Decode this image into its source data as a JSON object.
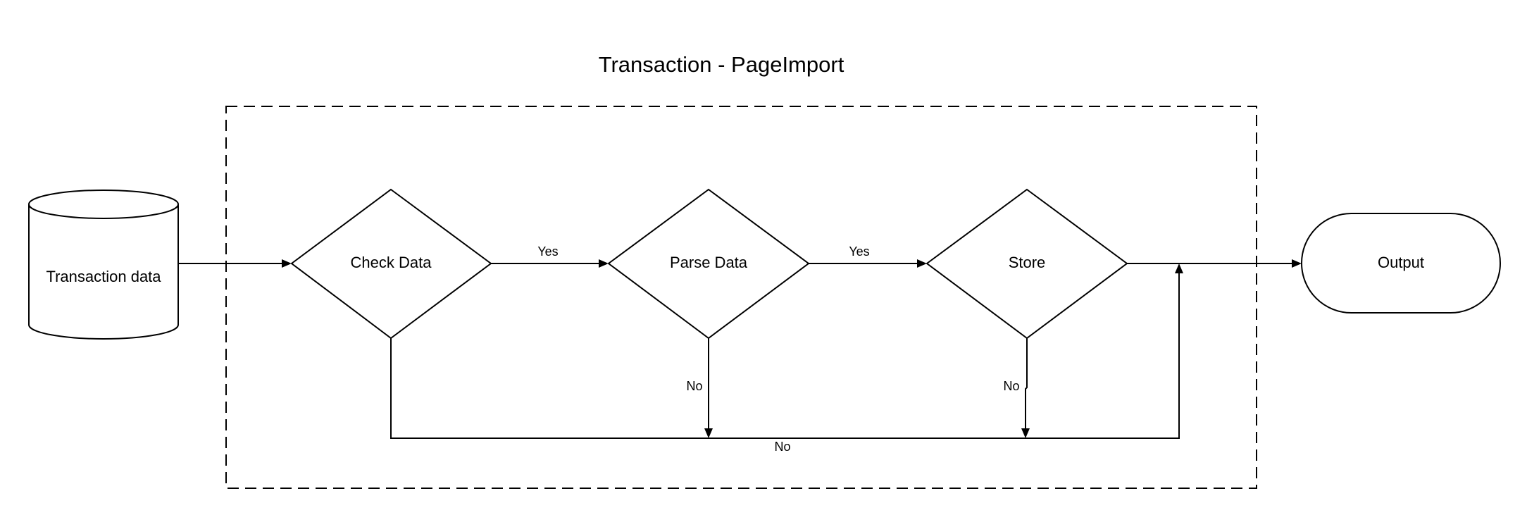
{
  "diagram": {
    "title": "Transaction - PageImport",
    "nodes": {
      "source": "Transaction data",
      "check": "Check Data",
      "parse": "Parse Data",
      "store": "Store",
      "output": "Output"
    },
    "edges": {
      "check_yes": "Yes",
      "parse_yes": "Yes",
      "parse_no": "No",
      "store_no": "No",
      "bottom_no": "No"
    }
  }
}
